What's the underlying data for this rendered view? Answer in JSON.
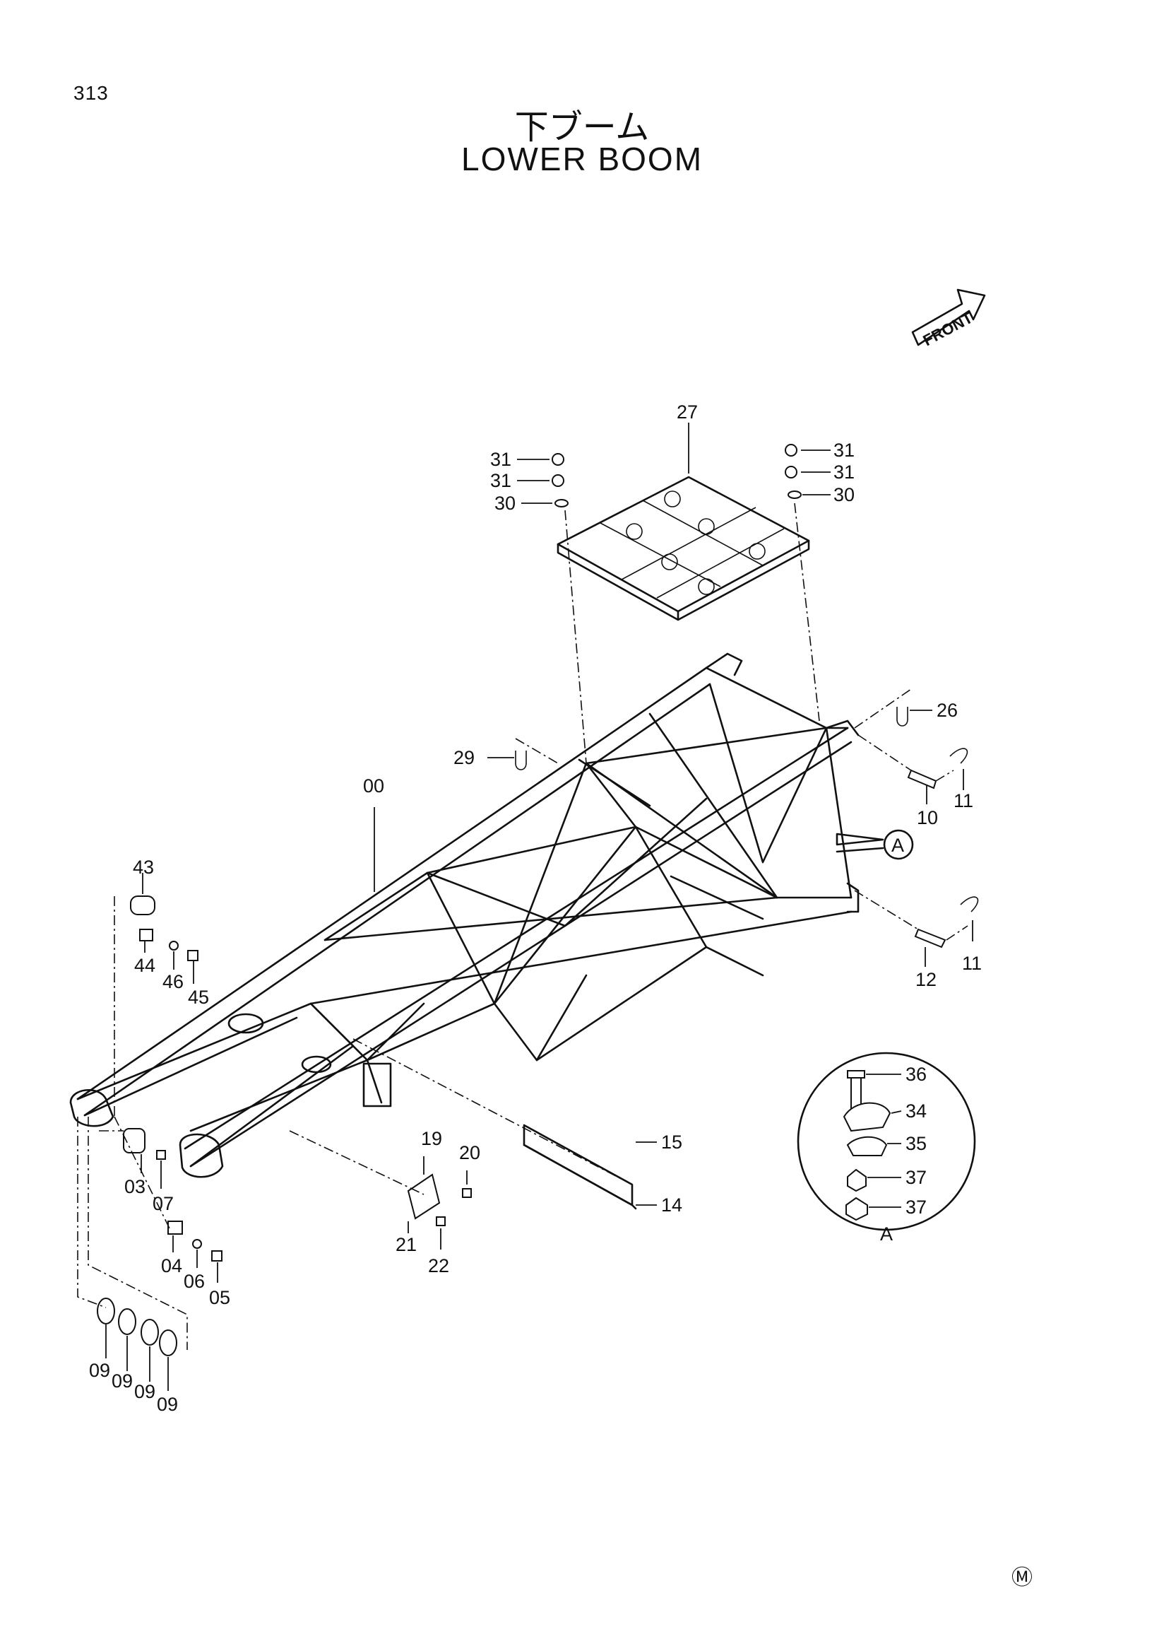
{
  "header": {
    "page_number": "313",
    "title_jp": "下ブーム",
    "title_en": "LOWER BOOM"
  },
  "front_marker": {
    "label": "FRONT"
  },
  "detail_callout": {
    "label": "A"
  },
  "detail_view": {
    "label": "A"
  },
  "copyright_mark": "Ⓜ",
  "labels": {
    "p00": "00",
    "p03": "03",
    "p04": "04",
    "p05": "05",
    "p06": "06",
    "p07": "07",
    "p09a": "09",
    "p09b": "09",
    "p09c": "09",
    "p09d": "09",
    "p10": "10",
    "p11a": "11",
    "p11b": "11",
    "p12": "12",
    "p14": "14",
    "p15": "15",
    "p19": "19",
    "p20": "20",
    "p21": "21",
    "p22": "22",
    "p26": "26",
    "p27": "27",
    "p29": "29",
    "p30a": "30",
    "p30b": "30",
    "p31a": "31",
    "p31b": "31",
    "p31c": "31",
    "p31d": "31",
    "p34": "34",
    "p35": "35",
    "p36": "36",
    "p37a": "37",
    "p37b": "37",
    "p43": "43",
    "p44": "44",
    "p45": "45",
    "p46": "46"
  }
}
